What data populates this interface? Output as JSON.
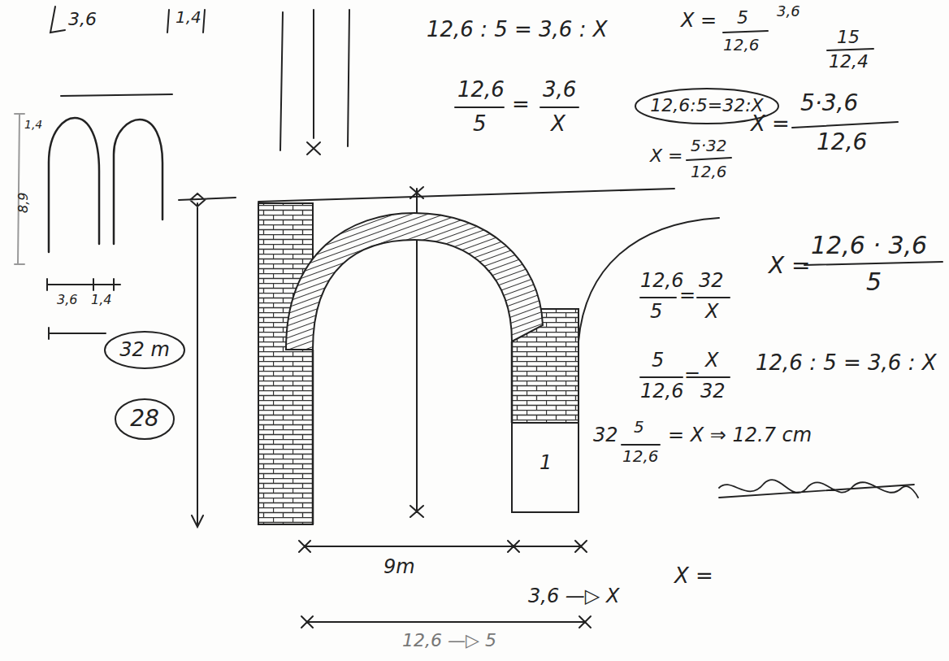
{
  "diagram": {
    "nodes": [
      {
        "text": [
          "32 m"
        ]
      },
      {
        "text": [
          "28"
        ]
      },
      {
        "text": [
          "12,6:5=32:X"
        ]
      }
    ],
    "labels": [
      "3,6",
      "1,4",
      "1,4",
      "8,9",
      "3,6",
      "1,4",
      "12,6 : 5 = 3,6 : X",
      "12,6",
      "5",
      "=",
      "3,6",
      "X",
      "X =",
      "5",
      "12,6",
      "3,6",
      "15",
      "12,4",
      "X =",
      "5·3,6",
      "12,6",
      "X =",
      "5·32",
      "12,6",
      "X =",
      "12,6 · 3,6",
      "5",
      "12,6",
      "5",
      "=",
      "32",
      "X",
      "5",
      "12,6",
      "=",
      "X",
      "32",
      "32",
      "5",
      "12,6",
      "= X ⇒ 12.7 cm",
      "12,6 : 5 = 3,6 : X",
      "X =",
      "1",
      "9m",
      "3,6 —▷ X",
      "12,6 —▷ 5"
    ]
  }
}
